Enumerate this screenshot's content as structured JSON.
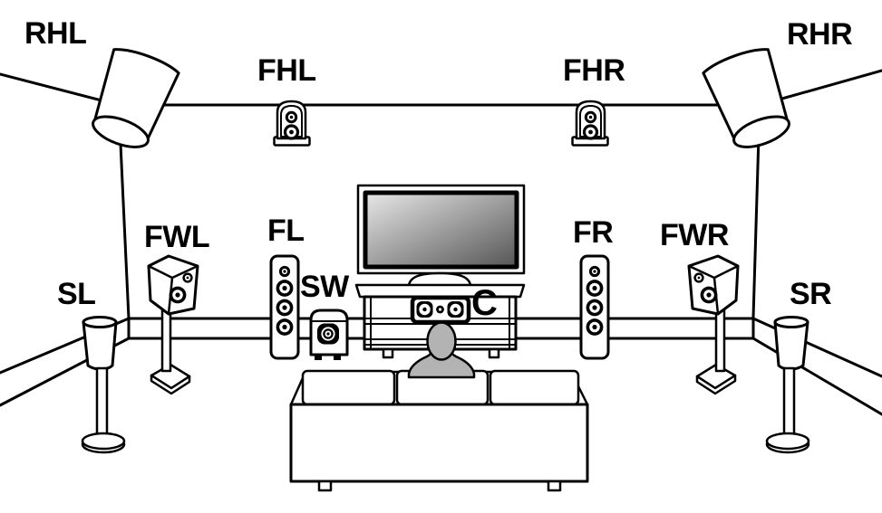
{
  "labels": {
    "rhl": "RHL",
    "fhl": "FHL",
    "fhr": "FHR",
    "rhr": "RHR",
    "fwl": "FWL",
    "fl": "FL",
    "sw": "SW",
    "c": "C",
    "fr": "FR",
    "fwr": "FWR",
    "sl": "SL",
    "sr": "SR"
  },
  "colors": {
    "line": "#000000",
    "background": "#ffffff",
    "person": "#b3b3b3",
    "screen_gradient_start": "#e8e8e8",
    "screen_gradient_end": "#555555"
  }
}
